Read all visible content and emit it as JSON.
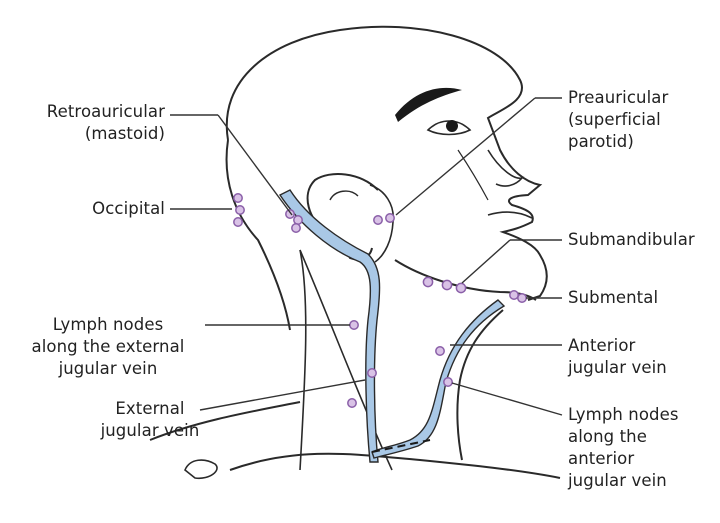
{
  "labels": {
    "retroauricular": [
      "Retroauricular",
      "(mastoid)"
    ],
    "occipital": [
      "Occipital"
    ],
    "lymph_ext": [
      "Lymph nodes",
      "along the external",
      "jugular vein"
    ],
    "external_jugular": [
      "External",
      "jugular vein"
    ],
    "preauricular": [
      "Preauricular",
      "(superficial",
      "parotid)"
    ],
    "submandibular": [
      "Submandibular"
    ],
    "submental": [
      "Submental"
    ],
    "anterior_jugular": [
      "Anterior",
      "jugular vein"
    ],
    "lymph_ant": [
      "Lymph nodes",
      "along the",
      "anterior",
      "jugular vein"
    ]
  },
  "colors": {
    "outline": "#2a2a2a",
    "vein_fill": "#a9c8e6",
    "node_fill": "#d9c2e6",
    "node_stroke": "#8a5fa8",
    "leader": "#333333"
  }
}
